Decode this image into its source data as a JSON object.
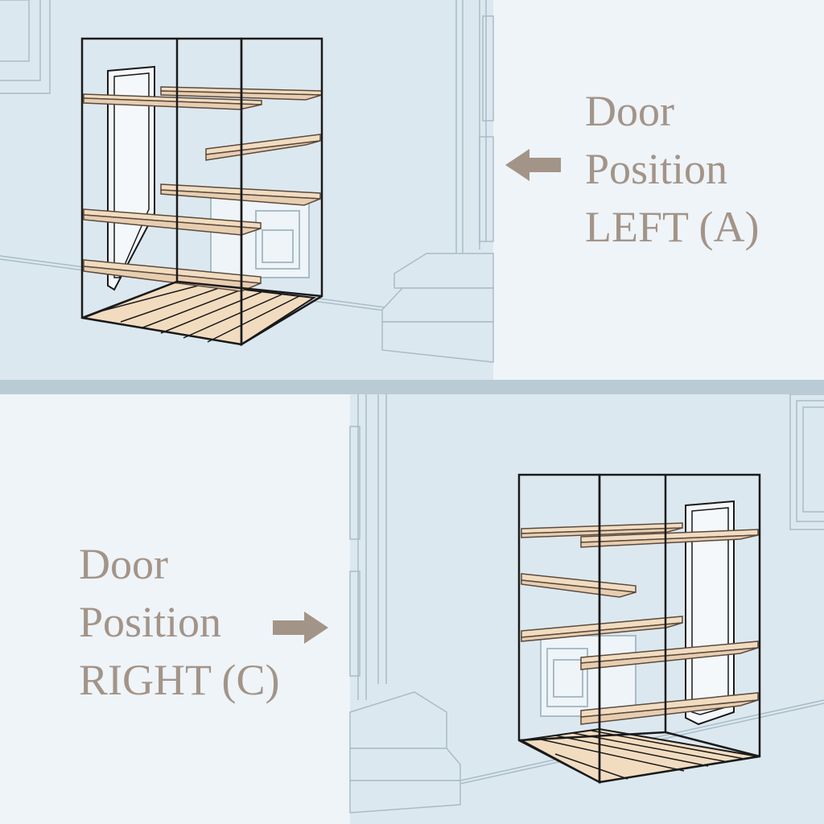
{
  "top": {
    "label_lines": [
      "Door",
      "Position",
      "LEFT (A)"
    ],
    "arrow": "arrow-left-icon"
  },
  "bottom": {
    "label_lines": [
      "Door",
      "Position",
      "RIGHT (C)"
    ],
    "arrow": "arrow-right-icon"
  },
  "colors": {
    "wall": "#d9e6ee",
    "panel_bg": "#eef4f8",
    "divider": "#b9ccd6",
    "frame": "#1a1a1a",
    "wood": "#f2dcc0",
    "wood_edge": "#5a4a3e",
    "label": "#a39488",
    "wall_line": "#a8bcc7"
  }
}
